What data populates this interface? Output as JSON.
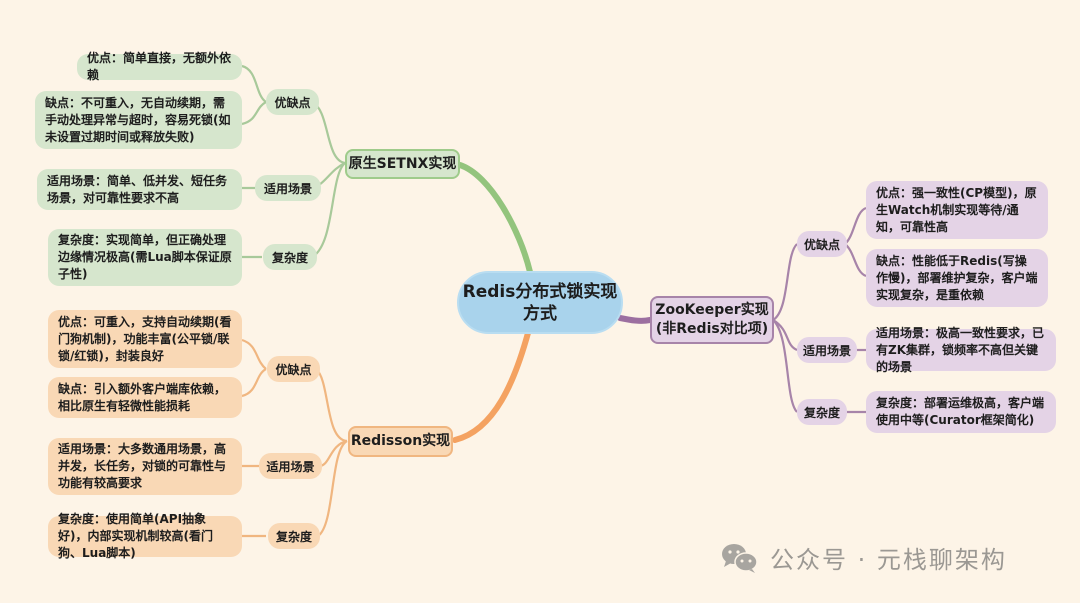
{
  "root": {
    "label": "Redis分布式锁实现方式",
    "color": "#A9D3EC"
  },
  "branches": {
    "setnx": {
      "label": "原生SETNX实现",
      "color": "#9FCB8B",
      "pros_cons": {
        "label": "优缺点",
        "pros": "优点：简单直接，无额外依赖",
        "cons": "缺点：不可重入，无自动续期，需手动处理异常与超时，容易死锁(如未设置过期时间或释放失败)"
      },
      "scenario": {
        "label": "适用场景",
        "text": "适用场景：简单、低并发、短任务场景，对可靠性要求不高"
      },
      "complexity": {
        "label": "复杂度",
        "text": "复杂度：实现简单，但正确处理边缘情况极高(需Lua脚本保证原子性)"
      }
    },
    "redisson": {
      "label": "Redisson实现",
      "color": "#F0B680",
      "pros_cons": {
        "label": "优缺点",
        "pros": "优点：可重入，支持自动续期(看门狗机制)，功能丰富(公平锁/联锁/红锁)，封装良好",
        "cons": "缺点：引入额外客户端库依赖，相比原生有轻微性能损耗"
      },
      "scenario": {
        "label": "适用场景",
        "text": "适用场景：大多数通用场景，高并发，长任务，对锁的可靠性与功能有较高要求"
      },
      "complexity": {
        "label": "复杂度",
        "text": "复杂度：使用简单(API抽象好)，内部实现机制较高(看门狗、Lua脚本)"
      }
    },
    "zookeeper": {
      "label": "ZooKeeper实现(非Redis对比项)",
      "label_line1": "ZooKeeper实现",
      "label_line2": "(非Redis对比项)",
      "color": "#A784A9",
      "pros_cons": {
        "label": "优缺点",
        "pros": "优点：强一致性(CP模型)，原生Watch机制实现等待/通知，可靠性高",
        "cons": "缺点：性能低于Redis(写操作慢)，部署维护复杂，客户端实现复杂，是重依赖"
      },
      "scenario": {
        "label": "适用场景",
        "text": "适用场景：极高一致性要求，已有ZK集群，锁频率不高但关键的场景"
      },
      "complexity": {
        "label": "复杂度",
        "text": "复杂度：部署运维极高，客户端使用中等(Curator框架简化)"
      }
    }
  },
  "watermark": {
    "icon": "wechat-icon",
    "text": "公众号 · 元栈聊架构"
  },
  "background": "#FDF4E7"
}
